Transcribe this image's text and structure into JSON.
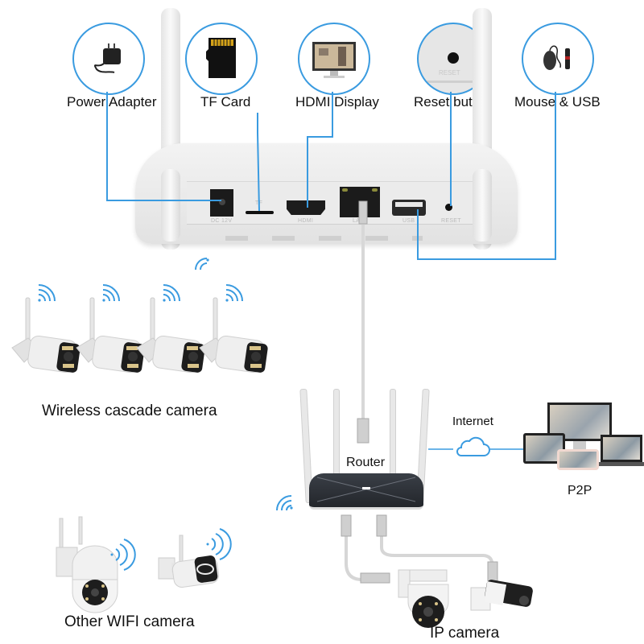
{
  "diagram": {
    "accessories": [
      {
        "id": "power",
        "label": "Power Adapter",
        "icon": "power-adapter-icon"
      },
      {
        "id": "tf",
        "label": "TF Card",
        "icon": "tf-card-icon"
      },
      {
        "id": "hdmi",
        "label": "HDMI Display",
        "icon": "monitor-icon"
      },
      {
        "id": "reset",
        "label": "Reset button",
        "icon": "reset-button-icon",
        "inner_text": "RESET"
      },
      {
        "id": "mouse",
        "label": "Mouse & USB",
        "icon": "mouse-usb-icon"
      }
    ],
    "nvr_ports": {
      "dc": "DC 12V",
      "tf": "TF",
      "hdmi": "HDMI",
      "lan": "LAN",
      "usb": "USB",
      "reset": "RESET"
    },
    "wireless_cameras": {
      "label": "Wireless cascade camera",
      "count": 4
    },
    "router": {
      "label": "Router"
    },
    "internet": {
      "label": "Internet",
      "icon": "cloud-icon"
    },
    "p2p": {
      "label": "P2P"
    },
    "other_wifi": {
      "label": "Other WIFI camera"
    },
    "ip_camera": {
      "label": "IP camera"
    },
    "colors": {
      "accent": "#3a9be0",
      "device_white": "#eeeeee",
      "router_dark": "#2b2f36"
    }
  }
}
